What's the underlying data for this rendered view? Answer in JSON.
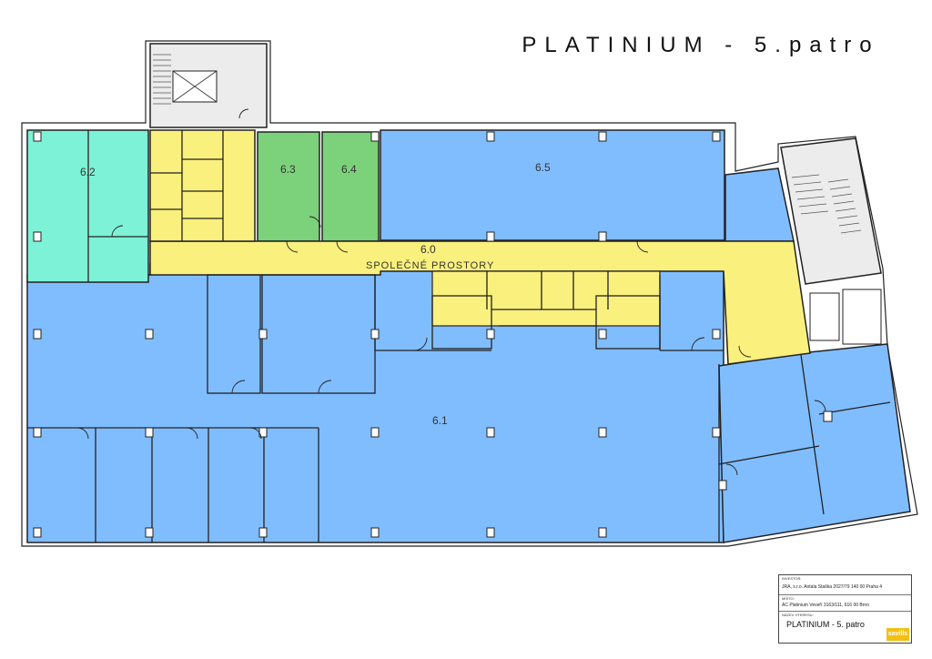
{
  "header": {
    "title": "PLATINIUM - 5.patro"
  },
  "rooms": [
    {
      "id": "6.1",
      "label": "6.1",
      "color": "#80bdff"
    },
    {
      "id": "6.2",
      "label": "6.2",
      "color": "#7df2d6"
    },
    {
      "id": "6.3",
      "label": "6.3",
      "color": "#7cd27a"
    },
    {
      "id": "6.4",
      "label": "6.4",
      "color": "#7cd27a"
    },
    {
      "id": "6.5",
      "label": "6.5",
      "color": "#80bdff"
    },
    {
      "id": "6.0",
      "label": "6.0",
      "sublabel": "SPOLEČNÉ PROSTORY",
      "color": "#faf07d"
    }
  ],
  "colors": {
    "wall": "#222222",
    "office_blue": "#80bdff",
    "office_green": "#7cd27a",
    "office_teal": "#7df2d6",
    "common_yellow": "#faf07d",
    "stairs_grey": "#e6e6e6"
  },
  "title_block": {
    "investor_label": "INVESTOR:",
    "investor_value": "JRA, s.r.o. Antala Staška 2027/79 140 00 Praha 4",
    "place_label": "MÍSTO:",
    "place_value": "AC Platinium Veveří 3163/111, 616 00 Brno",
    "drawing_label": "NÁZEV VÝKRESU:",
    "drawing_value": "PLATINIUM - 5. patro",
    "logo": "savills"
  }
}
